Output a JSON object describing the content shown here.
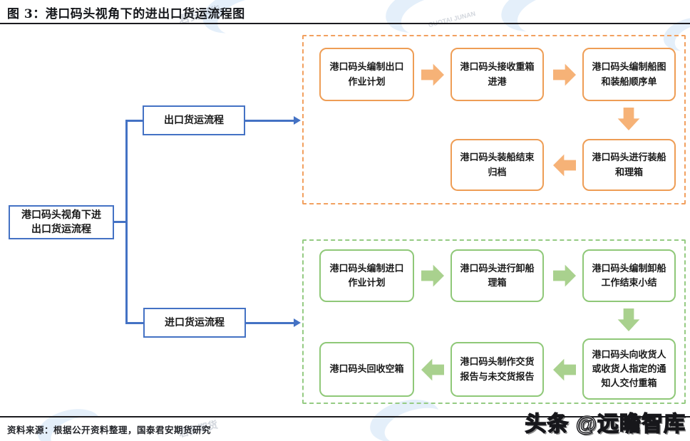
{
  "header": {
    "title": "图 3：港口码头视角下的进出口货运流程图"
  },
  "tree": {
    "root_label": "港口码头视角下进出口货运流程",
    "export_branch_label": "出口货运流程",
    "import_branch_label": "进口货运流程"
  },
  "export_flow": {
    "steps": [
      "港口码头编制出口作业计划",
      "港口码头接收重箱进港",
      "港口码头编制船图和装船顺序单",
      "港口码头进行装船和理箱",
      "港口码头装船结束归档"
    ]
  },
  "import_flow": {
    "steps": [
      "港口码头编制进口作业计划",
      "港口码头进行卸船理箱",
      "港口码头编制卸船工作结束小结",
      "港口码头向收货人或收货人指定的通知人交付重箱",
      "港口码头制作交货报告与未交货报告",
      "港口码头回收空箱"
    ]
  },
  "footer": {
    "source_note": "资料来源：根据公开资料整理，国泰君安期货研究",
    "brand_badge": "头条 @远瞻智库"
  },
  "watermark": {
    "cn": "君安期货",
    "en": "GUOTAI JUNAN"
  },
  "colors": {
    "blue": "#4472C4",
    "orange_border": "#EE9D55",
    "orange_arrow": "#F6B277",
    "green_border": "#8FC878",
    "green_arrow": "#A9D18E"
  }
}
